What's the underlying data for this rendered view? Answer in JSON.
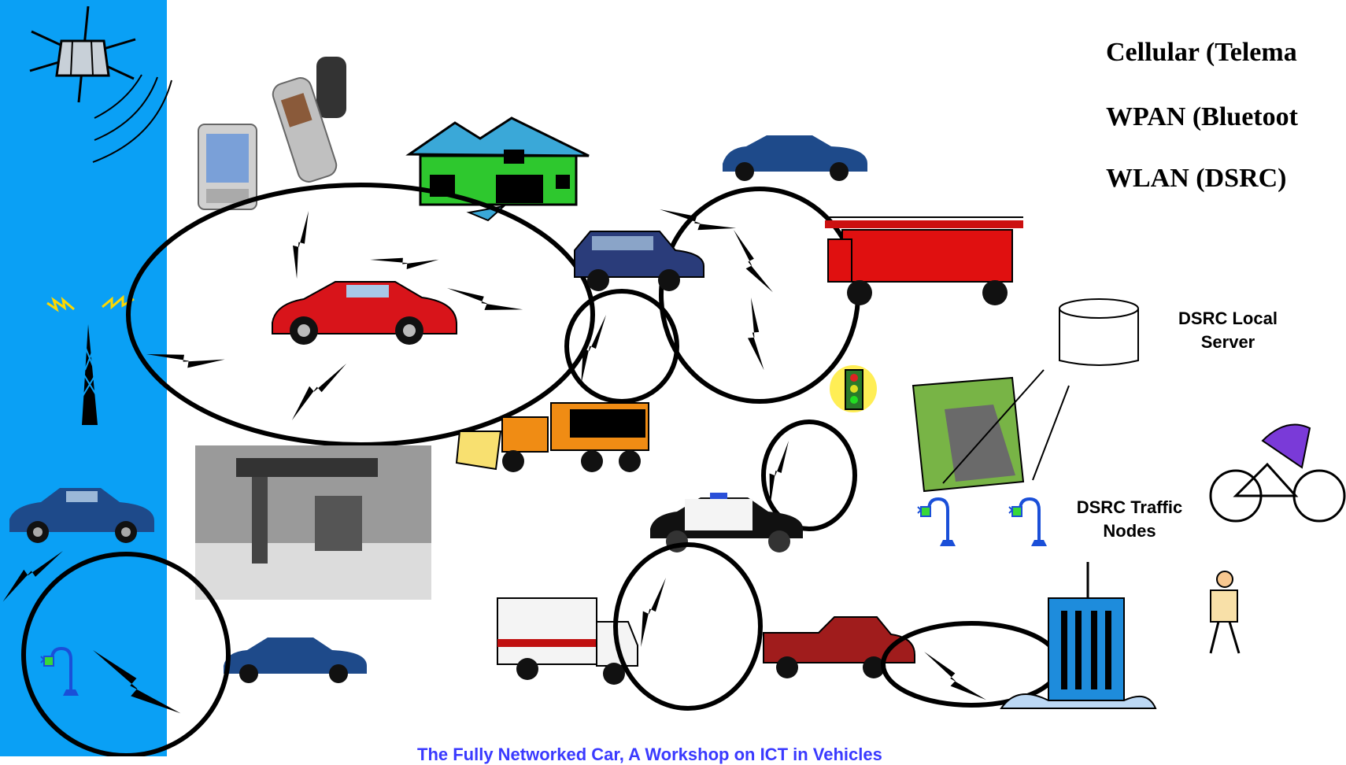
{
  "legend": {
    "cellular": "Cellular (Telema",
    "wpan": "WPAN (Bluetoot",
    "wlan": "WLAN (DSRC)"
  },
  "labels": {
    "dsrc_local_server": [
      "DSRC Local",
      "Server"
    ],
    "dsrc_traffic_nodes": [
      "DSRC Traffic",
      "Nodes"
    ]
  },
  "footer": "The Fully Networked Car, A Workshop on ICT in Vehicles",
  "colors": {
    "sidebar": "#0aa0f5",
    "footer_text": "#3a3aff",
    "house": "#2ec82e",
    "roof": "#3aa8d8",
    "red_car": "#d8141a",
    "blue_car": "#1e4a8a",
    "fire_truck": "#e01010",
    "plow": "#f08c14",
    "pickup": "#a01c1c",
    "building": "#1e8cdc"
  }
}
